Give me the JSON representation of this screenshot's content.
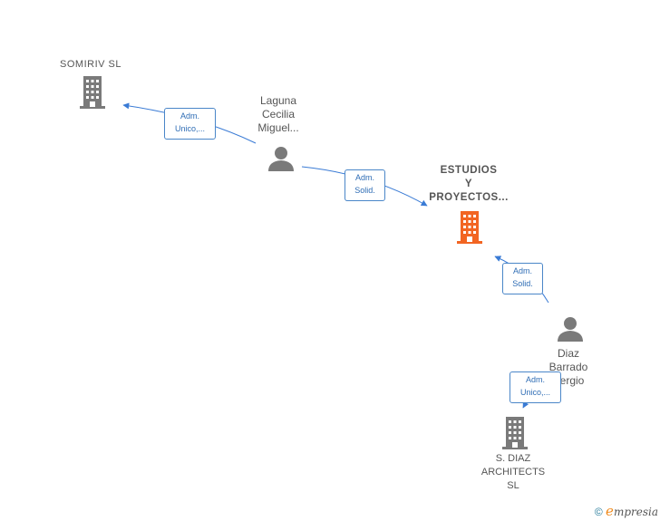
{
  "nodes": {
    "somiriv": {
      "label_lines": [
        "SOMIRIV  SL"
      ]
    },
    "laguna": {
      "label_lines": [
        "Laguna",
        "Cecilia",
        "Miguel..."
      ]
    },
    "estudios": {
      "label_lines": [
        "ESTUDIOS",
        "Y",
        "PROYECTOS..."
      ]
    },
    "diaz_person": {
      "label_lines": [
        "Diaz",
        "Barrado",
        "Sergio"
      ]
    },
    "sdiaz": {
      "label_lines": [
        "S. DIAZ",
        "ARCHITECTS",
        "SL"
      ]
    }
  },
  "edges": {
    "laguna_somiriv": {
      "line1": "Adm.",
      "line2": "Unico,..."
    },
    "laguna_estudios": {
      "line1": "Adm.",
      "line2": "Solid."
    },
    "diaz_estudios": {
      "line1": "Adm.",
      "line2": "Solid."
    },
    "diaz_sdiaz": {
      "line1": "Adm.",
      "line2": "Unico,..."
    }
  },
  "colors": {
    "main_company": "#f26522",
    "company": "#7a7a7a",
    "person": "#7a7a7a",
    "edge": "#3a7bd5"
  },
  "footer": {
    "copyright": "©",
    "brand_first": "e",
    "brand_rest": "mpresia"
  }
}
